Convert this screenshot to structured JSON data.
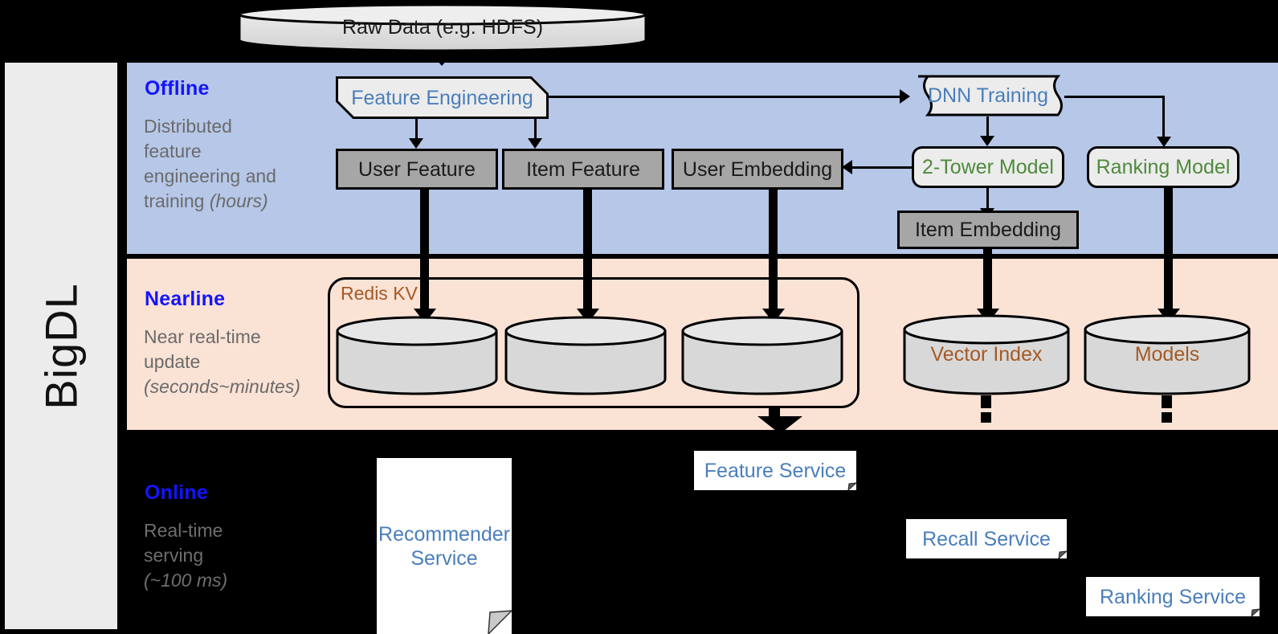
{
  "sidebar": {
    "label": "BigDL"
  },
  "top": {
    "raw_data": {
      "label": "Raw Data (e.g. HDFS)",
      "shape": "cylinder"
    }
  },
  "bands": {
    "offline": {
      "title": "Offline",
      "subtitle_lines": [
        "Distributed",
        "feature",
        "engineering and",
        "training "
      ],
      "subtitle_italic": "(hours)",
      "color": "#b6c7e8"
    },
    "nearline": {
      "title": "Nearline",
      "subtitle_lines": [
        "Near real-time",
        "update"
      ],
      "subtitle_italic": "(seconds~minutes)",
      "color": "#fae2d5"
    },
    "online": {
      "title": "Online",
      "subtitle_lines": [
        "Real-time",
        "serving"
      ],
      "subtitle_italic": "(~100 ms)",
      "color": "#000000"
    }
  },
  "offline_nodes": {
    "feature_engineering": {
      "label": "Feature Engineering",
      "text_color": "#4a7ebb"
    },
    "dnn_training": {
      "label": "DNN Training",
      "text_color": "#4a7ebb"
    },
    "user_feature": {
      "label": "User Feature",
      "text_color": "#1a1a1a"
    },
    "item_feature": {
      "label": "Item Feature",
      "text_color": "#1a1a1a"
    },
    "user_embedding": {
      "label": "User Embedding",
      "text_color": "#1a1a1a"
    },
    "two_tower_model": {
      "label": "2-Tower Model",
      "text_color": "#4f8a3d"
    },
    "ranking_model": {
      "label": "Ranking Model",
      "text_color": "#4f8a3d"
    },
    "item_embedding": {
      "label": "Item Embedding",
      "text_color": "#1a1a1a"
    }
  },
  "nearline_nodes": {
    "redis_kv": {
      "label": "Redis KV",
      "text_color": "#a55a24"
    },
    "store_user_feature": {
      "label": ""
    },
    "store_item_feature": {
      "label": ""
    },
    "store_user_embedding": {
      "label": ""
    },
    "vector_index": {
      "label": "Vector Index",
      "text_color": "#a55a24"
    },
    "models": {
      "label": "Models",
      "text_color": "#a55a24"
    }
  },
  "online_nodes": {
    "recommender_service": {
      "label": "Recommender Service",
      "text_color": "#4a7ebb"
    },
    "feature_service": {
      "label": "Feature Service",
      "text_color": "#4a7ebb"
    },
    "recall_service": {
      "label": "Recall Service",
      "text_color": "#4a7ebb"
    },
    "ranking_service": {
      "label": "Ranking Service",
      "text_color": "#4a7ebb"
    }
  },
  "colors": {
    "offline_band": "#b6c7e8",
    "nearline_band": "#fae2d5",
    "online_band": "#000000",
    "sidebar": "#ececec",
    "grey_node": "#a6a6a6",
    "process_node": "#ececec",
    "title_blue": "#1414ff",
    "text_blue": "#4a7ebb",
    "text_green": "#4f8a3d",
    "text_brown": "#a55a24",
    "subtitle_grey": "#6b6b6b"
  }
}
